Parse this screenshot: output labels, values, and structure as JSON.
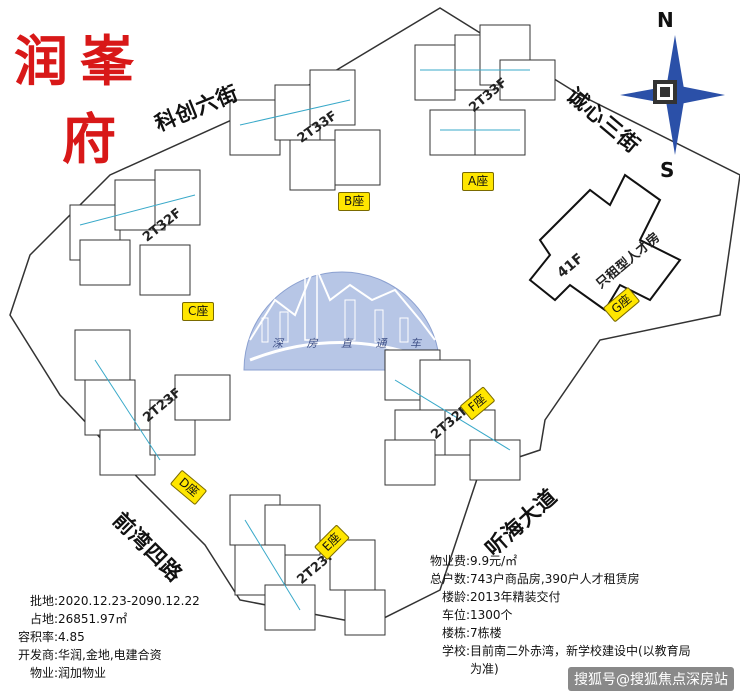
{
  "title": {
    "chars": [
      "润",
      "峯",
      "府"
    ]
  },
  "compass": {
    "north": "N",
    "south": "S"
  },
  "roads": {
    "top": "科创六街",
    "right": "诚心三街",
    "bottom_left": "前湾四路",
    "bottom_right": "听海大道"
  },
  "buildings": [
    {
      "id": "A",
      "label": "A座",
      "type": "2T33F"
    },
    {
      "id": "B",
      "label": "B座",
      "type": "2T33F"
    },
    {
      "id": "C",
      "label": "C座",
      "type": "2T32F"
    },
    {
      "id": "D",
      "label": "D座",
      "type": "2T23F"
    },
    {
      "id": "E",
      "label": "E座",
      "type": "2T23F"
    },
    {
      "id": "F",
      "label": "F座",
      "type": "2T32F"
    },
    {
      "id": "G",
      "label": "G座",
      "type": "41F",
      "note": "只租型人才房"
    }
  ],
  "logo_text": "深 房 直 通 车",
  "info_left": [
    {
      "k": "批地:",
      "v": "2020.12.23-2090.12.22"
    },
    {
      "k": "占地:",
      "v": "26851.97㎡"
    },
    {
      "k": "容积率:",
      "v": "4.85"
    },
    {
      "k": "开发商:",
      "v": "华润,金地,电建合资"
    },
    {
      "k": "物业:",
      "v": "润加物业"
    }
  ],
  "info_right": [
    {
      "k": "物业费:",
      "v": "9.9元/㎡"
    },
    {
      "k": "总户数:",
      "v": "743户商品房,390户人才租赁房"
    },
    {
      "k": "楼龄:",
      "v": "2013年精装交付"
    },
    {
      "k": "车位:",
      "v": "1300个"
    },
    {
      "k": "楼栋:",
      "v": "7栋楼"
    },
    {
      "k": "学校:",
      "v": "目前南二外赤湾，新学校建设中(以教育局"
    },
    {
      "k": "",
      "v": "为准)"
    }
  ],
  "watermark": "搜狐号@搜狐焦点深房站",
  "colors": {
    "title": "#d81818",
    "badge": "#ffe600",
    "compass": "#2b50a8",
    "logo_bg": "#b7c6e6"
  }
}
